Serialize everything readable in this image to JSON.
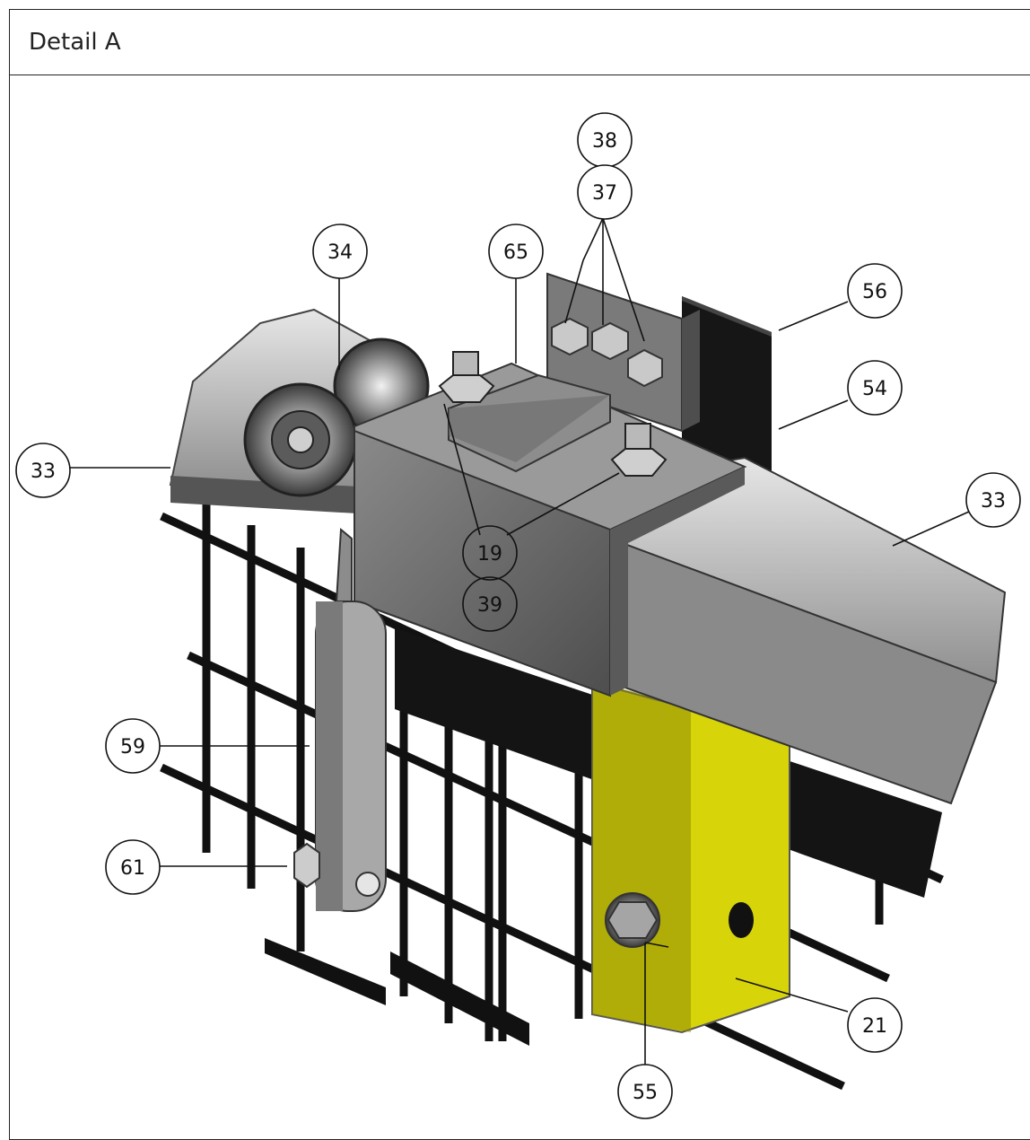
{
  "header": {
    "title": "Detail A"
  },
  "balloons": {
    "b38": "38",
    "b37": "37",
    "b34": "34",
    "b65": "65",
    "b56": "56",
    "b54": "54",
    "b33_left": "33",
    "b33_right": "33",
    "b19": "19",
    "b39": "39",
    "b59": "59",
    "b61": "61",
    "b21": "21",
    "b55": "55"
  },
  "colors": {
    "frame": "#222222",
    "steel_light": "#d9d9d9",
    "steel_mid": "#9a9a9a",
    "steel_dark": "#5a5a5a",
    "black": "#111111",
    "yellow": "#d8d40a"
  }
}
